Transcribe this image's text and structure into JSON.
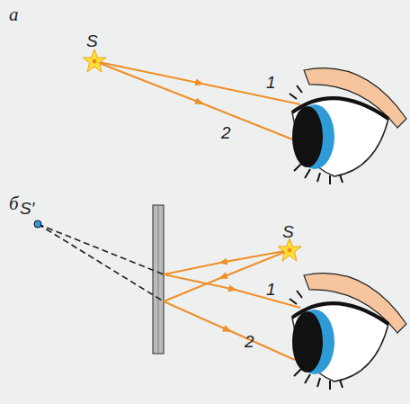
{
  "diagram": {
    "labels": [
      "а",
      "S",
      "1",
      "2",
      "б",
      "S′",
      "S",
      "1",
      "2"
    ]
  }
}
